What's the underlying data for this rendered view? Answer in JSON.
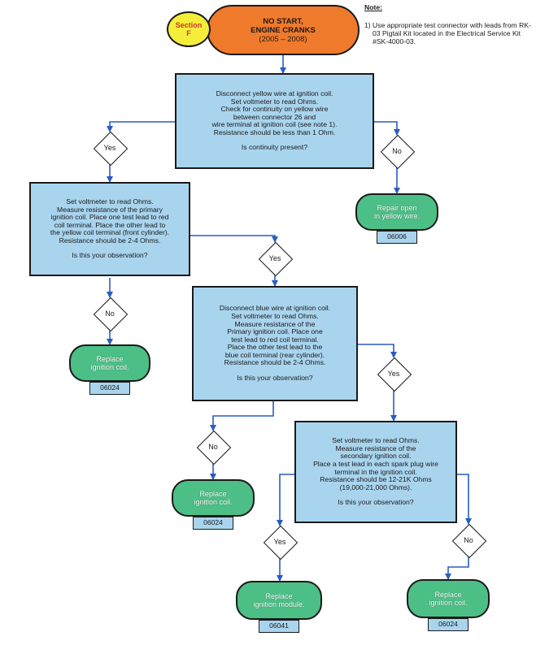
{
  "note": {
    "title": "Note:",
    "text": "1) Use appropriate test connector with leads from RK-03 Pigtail Kit located in the Electrical Service Kit #SK-4000-03."
  },
  "section": {
    "line1": "Section",
    "line2": "F"
  },
  "start": {
    "line1": "NO START,",
    "line2": "ENGINE CRANKS",
    "line3": "(2005 – 2008)"
  },
  "steps": {
    "step1": {
      "text": "Disconnect yellow wire at ignition coil.\nSet voltmeter to read Ohms.\nCheck for continuity on yellow wire\nbetween connector 26 and\nwire terminal at ignition coil (see note 1).\nResistance should be less than 1 Ohm.",
      "question": "Is continuity present?"
    },
    "step2": {
      "text": "Set voltmeter to read Ohms.\nMeasure resistance of the primary\nignition coil. Place one test lead to red\ncoil terminal. Place the other lead to\nthe yellow coil terminal (front cylinder).\nResistance should be 2-4 Ohms.",
      "question": "Is this your observation?"
    },
    "step3": {
      "text": "Disconnect blue wire at ignition coil.\nSet voltmeter to read Ohms.\nMeasure resistance of the\nPrimary ignition coil. Place one\ntest lead to red coil terminal.\nPlace the other test lead to the\nblue coil terminal (rear cylinder).\nResistance should be 2-4 Ohms.",
      "question": "Is this your observation?"
    },
    "step4": {
      "text": "Set voltmeter to read Ohms.\nMeasure resistance of the\nsecondary ignition coil.\nPlace a test lead in each spark plug wire\nterminal in the ignition coil.\nResistance should be 12-21K Ohms\n(19,000-21,000 Ohms).",
      "question": "Is this your observation?"
    }
  },
  "decisions": {
    "d1_yes": "Yes",
    "d1_no": "No",
    "d2_yes": "Yes",
    "d2_no": "No",
    "d3_yes": "Yes",
    "d3_no": "No",
    "d4_yes": "Yes",
    "d4_no": "No"
  },
  "results": {
    "r1": {
      "text": "Repair open\nin yellow wire.",
      "code": "06006"
    },
    "r2": {
      "text": "Replace\nignition coil.",
      "code": "06024"
    },
    "r3": {
      "text": "Replace\nignition coil.",
      "code": "06024"
    },
    "r4": {
      "text": "Replace\nignition module.",
      "code": "06041"
    },
    "r5": {
      "text": "Replace\nignition coil.",
      "code": "06024"
    }
  },
  "colors": {
    "start": "#f07a2b",
    "section": "#f4ee3a",
    "step": "#a9d4ee",
    "result": "#4cbf86",
    "connector": "#2a5cc0"
  }
}
